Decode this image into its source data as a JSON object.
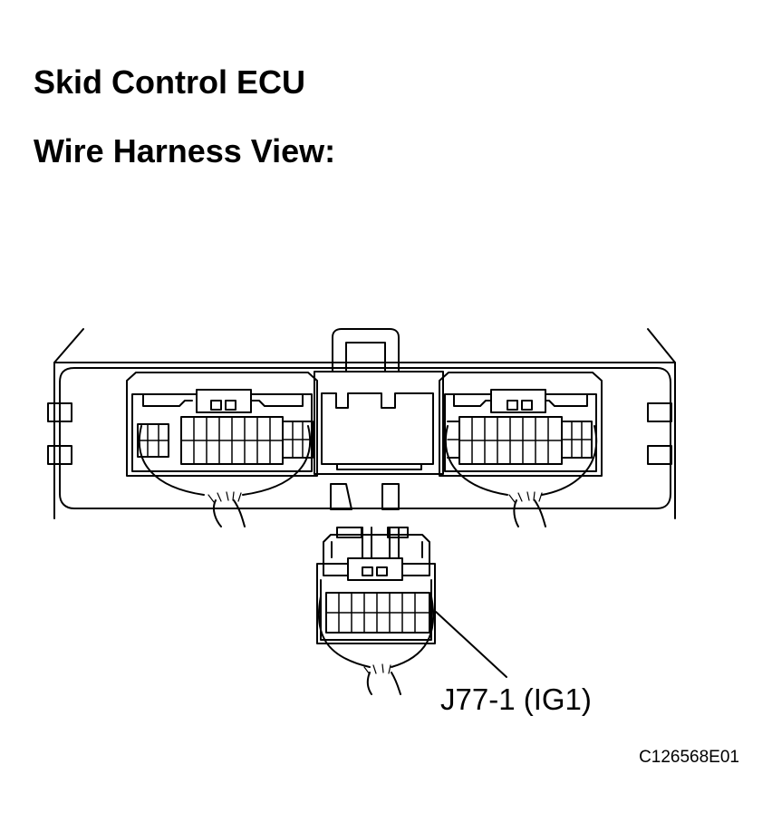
{
  "title": "Skid Control ECU",
  "subtitle": "Wire Harness View:",
  "callout_label": "J77-1 (IG1)",
  "figure_code": "C126568E01",
  "colors": {
    "ink": "#000000",
    "paper": "#ffffff"
  }
}
